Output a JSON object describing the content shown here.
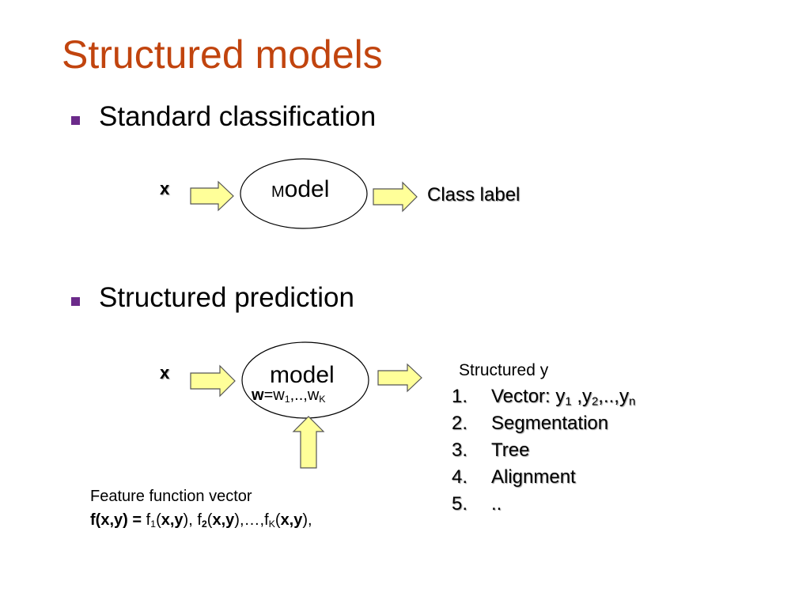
{
  "slide": {
    "title": "Structured models",
    "colors": {
      "title": "#c1440e",
      "bullet": "#6b2a8a",
      "arrow_fill": "#ffff99"
    }
  },
  "section1": {
    "bullet": "Standard classification",
    "input_label": "x",
    "model_label_prefix": "M",
    "model_label_rest": "odel",
    "output_label": "Class label"
  },
  "section2": {
    "bullet": "Structured prediction",
    "input_label": "x",
    "model_label": "model",
    "weights": {
      "w_bold": "w",
      "eq": "=w",
      "sub1": "1",
      "mid": ",..,w",
      "subK": "K"
    },
    "output_heading": "Structured  y",
    "output_list": [
      {
        "num": "1.",
        "text": "Vector: y",
        "extra": {
          "s1": "1",
          "t1": " ,y",
          "s2": "2",
          "t2": ",..,y",
          "s3": "n"
        }
      },
      {
        "num": "2.",
        "text": "Segmentation"
      },
      {
        "num": "3.",
        "text": "Tree"
      },
      {
        "num": "4.",
        "text": "Alignment"
      },
      {
        "num": "5.",
        "text": ".."
      }
    ],
    "feature": {
      "heading": "Feature function vector",
      "lhs": "f(x,y) =",
      "f": "f",
      "s1": "1",
      "xy": "x,y",
      "s2": "2",
      "sK": "K",
      "ellipsis": ",…,f",
      "tail": "),"
    }
  }
}
